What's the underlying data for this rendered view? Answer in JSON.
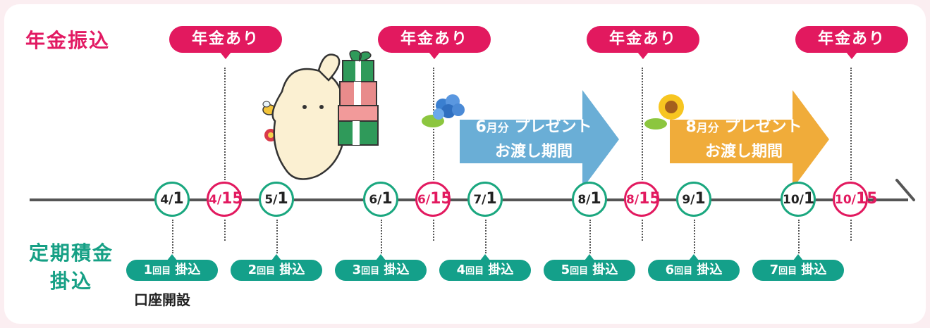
{
  "labels": {
    "pension_transfer": "年金振込",
    "regular_deposit_line1": "定期積金",
    "regular_deposit_line2": "掛込",
    "account_open": "口座開設"
  },
  "pension_pills": [
    "年金あり",
    "年金あり",
    "年金あり",
    "年金あり"
  ],
  "dates": [
    {
      "month": "4",
      "day": "1",
      "type": "deposit"
    },
    {
      "month": "4",
      "day": "15",
      "type": "pension"
    },
    {
      "month": "5",
      "day": "1",
      "type": "deposit"
    },
    {
      "month": "6",
      "day": "1",
      "type": "deposit"
    },
    {
      "month": "6",
      "day": "15",
      "type": "pension"
    },
    {
      "month": "7",
      "day": "1",
      "type": "deposit"
    },
    {
      "month": "8",
      "day": "1",
      "type": "deposit"
    },
    {
      "month": "8",
      "day": "15",
      "type": "pension"
    },
    {
      "month": "9",
      "day": "1",
      "type": "deposit"
    },
    {
      "month": "10",
      "day": "1",
      "type": "deposit"
    },
    {
      "month": "10",
      "day": "15",
      "type": "pension"
    }
  ],
  "deposits": [
    {
      "num": "1",
      "unit": "回目",
      "text": "掛込"
    },
    {
      "num": "2",
      "unit": "回目",
      "text": "掛込"
    },
    {
      "num": "3",
      "unit": "回目",
      "text": "掛込"
    },
    {
      "num": "4",
      "unit": "回目",
      "text": "掛込"
    },
    {
      "num": "5",
      "unit": "回目",
      "text": "掛込"
    },
    {
      "num": "6",
      "unit": "回目",
      "text": "掛込"
    },
    {
      "num": "7",
      "unit": "回目",
      "text": "掛込"
    }
  ],
  "present_periods": [
    {
      "month": "6",
      "unit": "月分",
      "title": "プレゼント",
      "line2": "お渡し期間",
      "color": "#6aaed6"
    },
    {
      "month": "8",
      "unit": "月分",
      "title": "プレゼント",
      "line2": "お渡し期間",
      "color": "#f0ac3a"
    }
  ],
  "colors": {
    "pension": "#e2195f",
    "deposit": "#14a08a",
    "timeline": "#555555"
  },
  "icons": [
    "mascot-with-gifts",
    "hydrangea-icon",
    "sunflower-icon",
    "bee-icon",
    "flower-icon"
  ]
}
